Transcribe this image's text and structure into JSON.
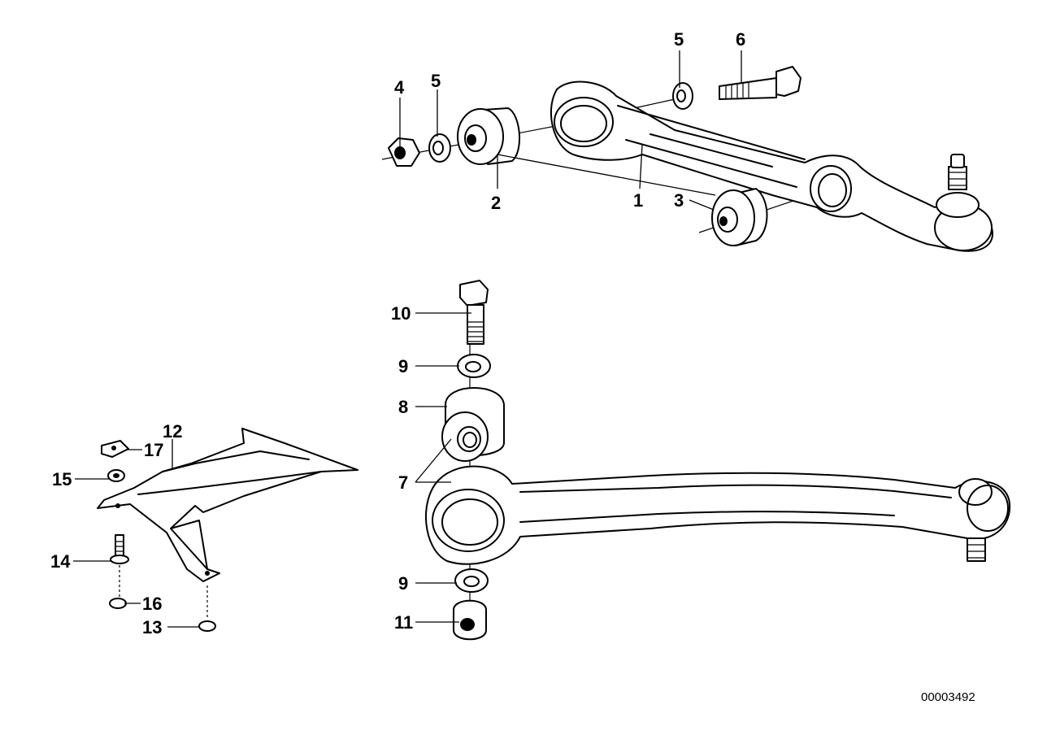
{
  "document_number": "00003492",
  "callouts": {
    "c1": "1",
    "c2": "2",
    "c3": "3",
    "c4": "4",
    "c5a": "5",
    "c5b": "5",
    "c6": "6",
    "c7": "7",
    "c8": "8",
    "c9a": "9",
    "c9b": "9",
    "c10": "10",
    "c11": "11",
    "c12": "12",
    "c13": "13",
    "c14": "14",
    "c15": "15",
    "c16": "16",
    "c17": "17"
  }
}
